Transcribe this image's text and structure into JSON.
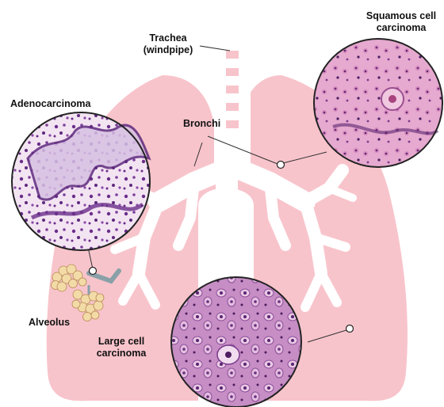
{
  "labels": {
    "trachea_line1": "Trachea",
    "trachea_line2": "(windpipe)",
    "bronchi": "Bronchi",
    "adenocarcinoma": "Adenocarcinoma",
    "squamous_line1": "Squamous cell",
    "squamous_line2": "carcinoma",
    "alveolus": "Alveolus",
    "large_line1": "Large cell",
    "large_line2": "carcinoma"
  },
  "colors": {
    "lung": "#f8c4cb",
    "airway": "#ffffff",
    "tissue_purple": "#7b3f9a",
    "tissue_pink": "#e8a8cc",
    "outline": "#222222"
  }
}
